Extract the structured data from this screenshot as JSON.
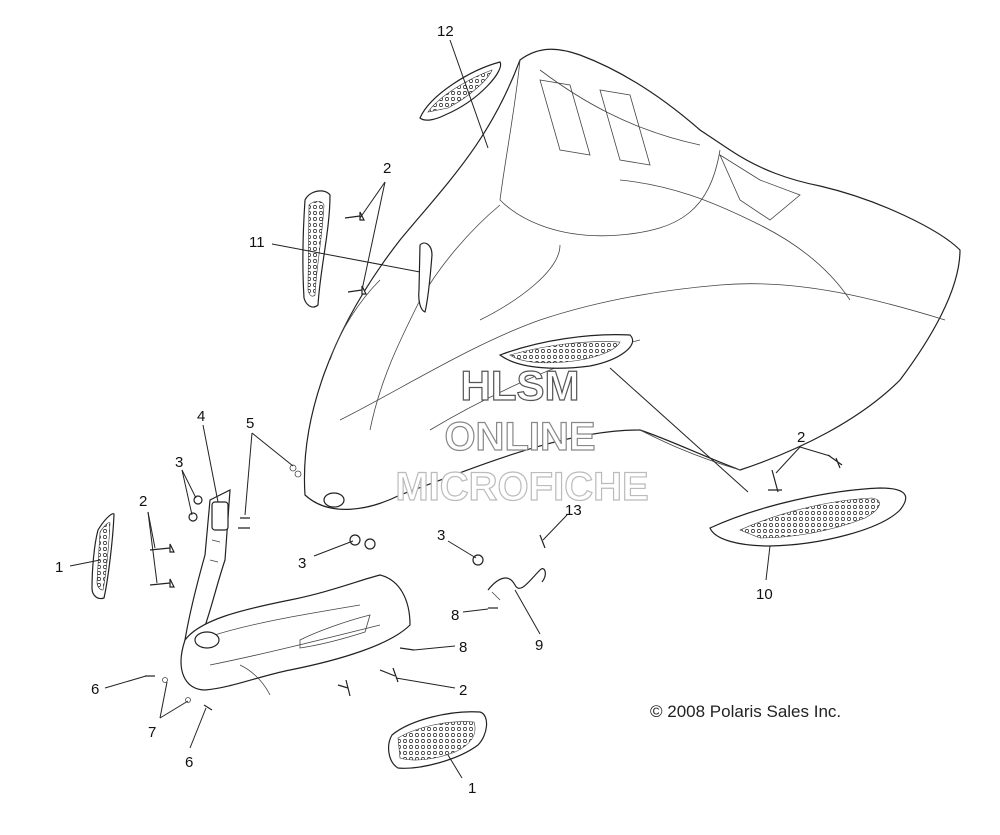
{
  "callouts": {
    "c1a": "1",
    "c1b": "1",
    "c2a": "2",
    "c2b": "2",
    "c2c": "2",
    "c2d": "2",
    "c3a": "3",
    "c3b": "3",
    "c3c": "3",
    "c4": "4",
    "c5": "5",
    "c6a": "6",
    "c6b": "6",
    "c7": "7",
    "c8a": "8",
    "c8b": "8",
    "c9": "9",
    "c10": "10",
    "c11": "11",
    "c12": "12",
    "c13": "13"
  },
  "watermark": {
    "line1": "HLSM",
    "line2": "ONLINE",
    "line3": "MICROFICHE"
  },
  "copyright": "© 2008 Polaris Sales Inc."
}
